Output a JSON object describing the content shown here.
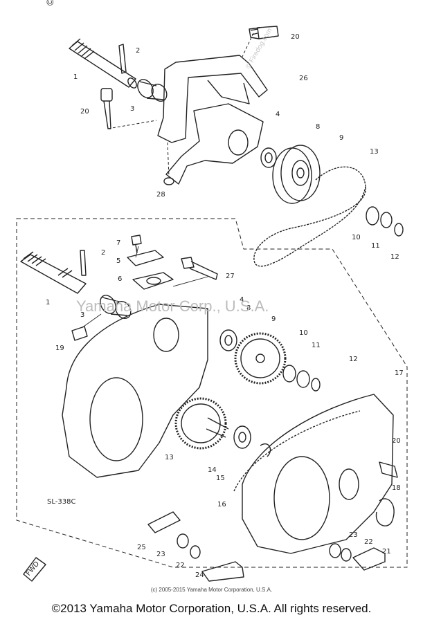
{
  "watermarks": {
    "firedog_top": "© Firedog.",
    "yamaha_center": "Yamaha Motor Corp., U.S.A.",
    "firedog_diag": "© Firedog.com"
  },
  "footer": {
    "small_copyright": "(c) 2005-2015 Yamaha Motor Corporation, U.S.A.",
    "copyright": "©2013 Yamaha Motor Corporation, U.S.A. All rights reserved."
  },
  "diagram": {
    "code": "SL-338C",
    "front_marker": "FWD",
    "callouts_upper": [
      "1",
      "2",
      "3",
      "20",
      "20",
      "26",
      "4",
      "8",
      "9",
      "13",
      "10",
      "11",
      "12",
      "28"
    ],
    "callouts_lower": [
      "7",
      "2",
      "5",
      "6",
      "27",
      "1",
      "3",
      "4",
      "8",
      "9",
      "10",
      "11",
      "12",
      "19",
      "17",
      "13",
      "14",
      "15",
      "20",
      "18",
      "16",
      "23",
      "22",
      "21",
      "25",
      "23",
      "22",
      "24"
    ]
  },
  "colors": {
    "ink": "#222222",
    "watermark": "#bcbcbc"
  }
}
